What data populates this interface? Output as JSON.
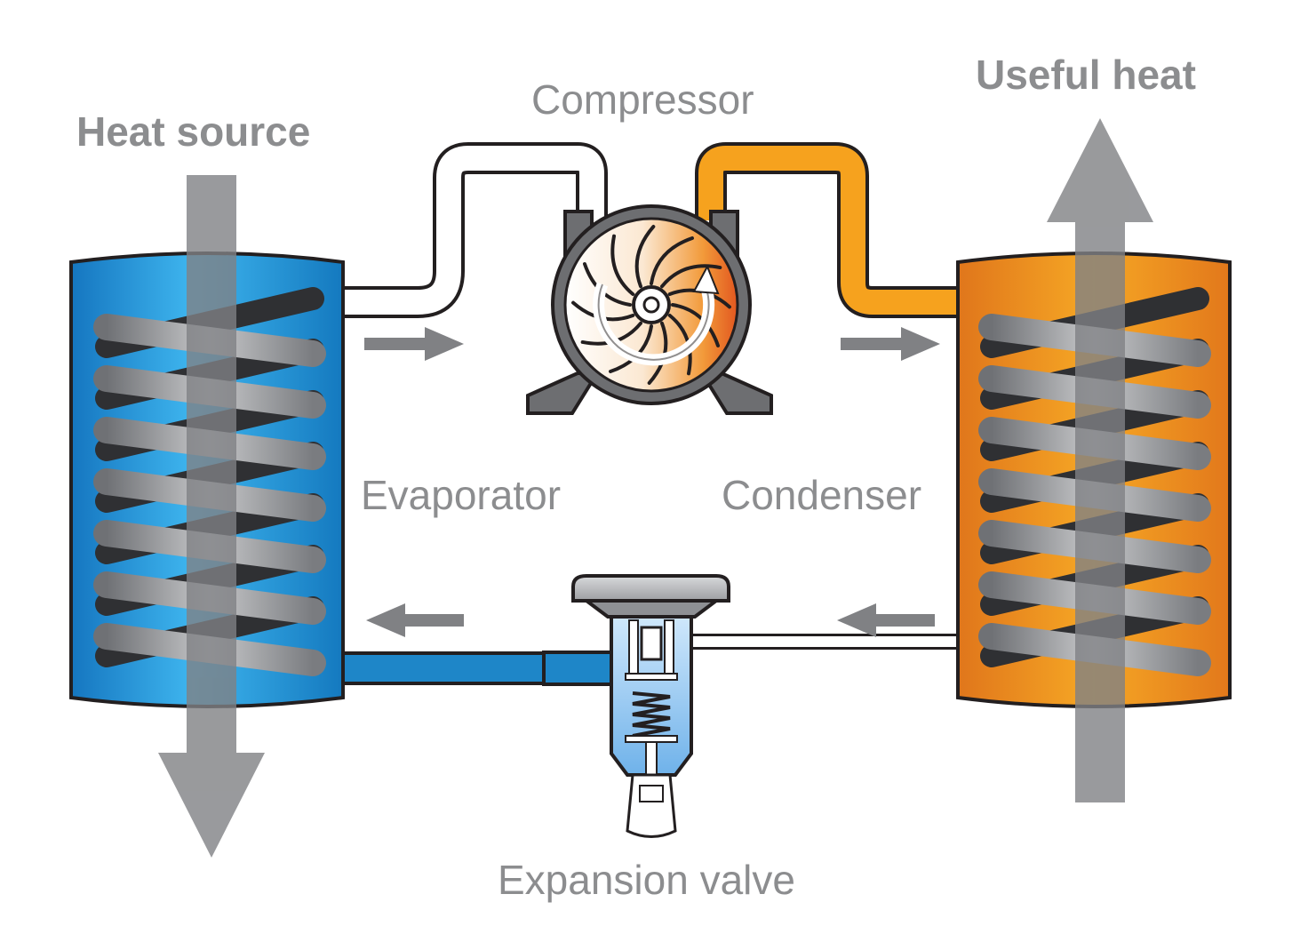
{
  "labels": {
    "heat_source": "Heat source",
    "useful_heat": "Useful heat",
    "compressor": "Compressor",
    "evaporator": "Evaporator",
    "condenser": "Condenser",
    "expansion_valve": "Expansion valve"
  },
  "colors": {
    "label_gray": "#8c8d8f",
    "arrow_gray": "#808184",
    "evaporator_blue": "#1f8fd6",
    "condenser_orange": "#ec8a1c",
    "hot_pipe": "#f6a21e",
    "cold_pipe": "#1e86c8",
    "coil_gray": "#8e9094",
    "outline": "#231f20"
  },
  "icons": {
    "heat_flow_arrows": "large-translucent-arrow",
    "flow_direction": "small-flow-arrow",
    "coils": "helical-coil"
  }
}
